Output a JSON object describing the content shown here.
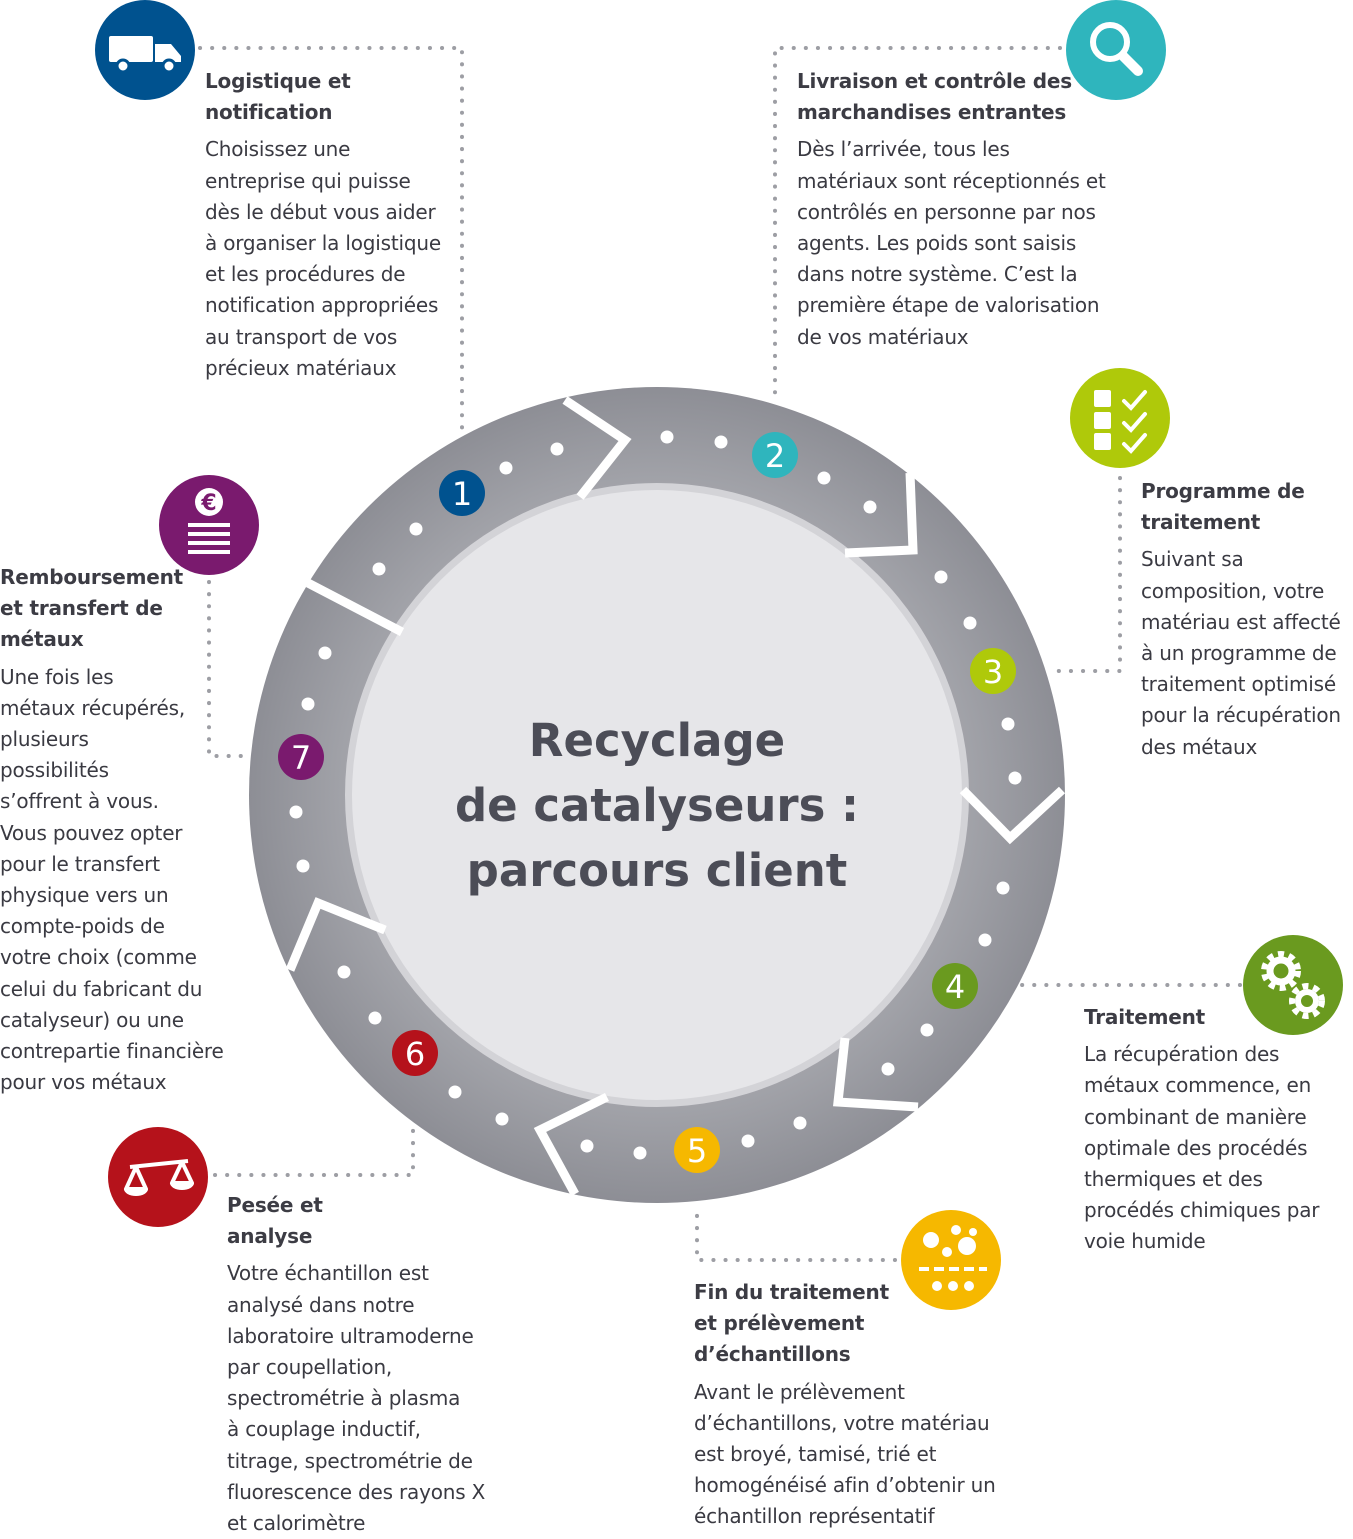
{
  "title": [
    "Recyclage",
    "de catalyseurs :",
    "parcours client"
  ],
  "steps": [
    {
      "number": "1",
      "color": "#00528f",
      "icon": "truck-icon",
      "title": "Logistique et\nnotification",
      "body": "Choisissez une\nentreprise qui puisse\ndès le début vous aider\nà organiser la logistique\net les procédures de\nnotification appropriées\nau transport de vos\nprécieux matériaux"
    },
    {
      "number": "2",
      "color": "#2fb5bd",
      "icon": "magnifier-icon",
      "title": "Livraison et contrôle des\nmarchandises entrantes",
      "body": "Dès l’arrivée, tous les\nmatériaux sont réceptionnés et\ncontrôlés en personne par nos\nagents. Les poids sont saisis\ndans notre système. C’est la\npremière étape de valorisation\nde vos matériaux"
    },
    {
      "number": "3",
      "color": "#afc90a",
      "icon": "checklist-icon",
      "title": "Programme de\ntraitement",
      "body": "Suivant sa\ncomposition, votre\nmatériau est affecté\nà un programme de\ntraitement optimisé\npour la récupération\ndes métaux"
    },
    {
      "number": "4",
      "color": "#6a9a1f",
      "icon": "gears-icon",
      "title": "Traitement",
      "body": "La récupération des\nmétaux commence, en\ncombinant de manière\noptimale des procédés\nthermiques et des\nprocédés chimiques par\nvoie humide"
    },
    {
      "number": "5",
      "color": "#f6b800",
      "icon": "sample-particles-icon",
      "title": "Fin du traitement\net prélèvement\nd’échantillons",
      "body": "Avant le prélèvement\nd’échantillons, votre matériau\nest broyé, tamisé, trié et\nhomogénéisé afin d’obtenir un\néchantillon représentatif"
    },
    {
      "number": "6",
      "color": "#b5121b",
      "icon": "scale-icon",
      "title": "Pesée et\nanalyse",
      "body": "Votre échantillon est\nanalysé dans notre\nlaboratoire ultramoderne\npar coupellation,\nspectrométrie à plasma\nà couplage inductif,\ntitrage, spectrométrie de\nfluorescence des rayons X\net calorimètre"
    },
    {
      "number": "7",
      "color": "#7a1a6e",
      "icon": "euro-document-icon",
      "title": "Remboursement\net transfert de\nmétaux",
      "body": "Une fois les\nmétaux récupérés,\nplusieurs\npossibilités\ns’offrent à vous.\nVous pouvez opter\npour le transfert\nphysique vers un\ncompte-poids de\nvotre choix (comme\ncelui du fabricant du\ncatalyseur) ou une\ncontrepartie financière\npour vos métaux"
    }
  ]
}
